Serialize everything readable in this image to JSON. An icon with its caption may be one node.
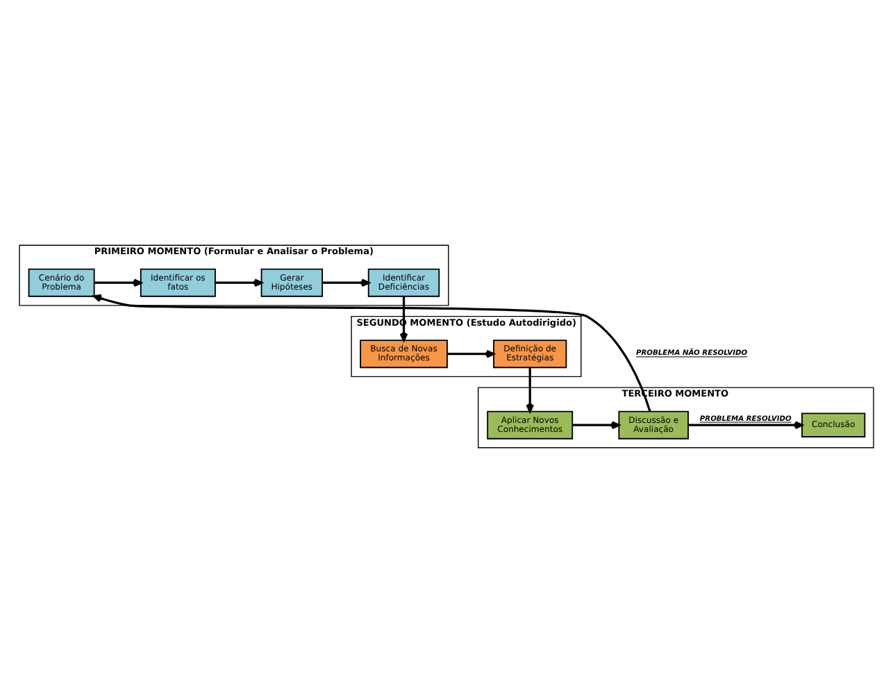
{
  "diagram": {
    "nodes": [
      {
        "text": [
          "PRIMEIRO MOMENTO (Formular e Analisar o Problema)"
        ]
      },
      {
        "text": [
          "Cenário do Problema"
        ],
        "in": 0
      },
      {
        "text": [
          "Identificar os fatos"
        ],
        "in": 0
      },
      {
        "text": [
          "Gerar Hipóteses"
        ],
        "in": 0
      },
      {
        "text": [
          "Identificar Deficiências"
        ],
        "in": 0
      },
      {
        "text": [
          "SEGUNDO MOMENTO (Estudo Autodirigido)"
        ]
      },
      {
        "text": [
          "Definição de Estratégias"
        ],
        "in": 5
      },
      {
        "text": [
          "Busca de Novas Informações"
        ],
        "in": 5
      },
      {
        "text": [
          "TERCEIRO MOMENTO"
        ]
      },
      {
        "text": [
          "Aplicar Novos Conhecimentos"
        ],
        "in": 8
      },
      {
        "text": [
          "Discussão e Avaliação"
        ],
        "in": 8
      },
      {
        "text": [
          "Conclusão"
        ],
        "in": 8
      }
    ],
    "edges": [
      {
        "from": 1,
        "to": 2,
        "arrow": "to"
      },
      {
        "from": 2,
        "to": 3,
        "arrow": "to"
      },
      {
        "from": 3,
        "to": 4,
        "arrow": "to"
      },
      {
        "from": 4,
        "to": 7,
        "arrow": "to"
      },
      {
        "from": 7,
        "to": 6,
        "arrow": "to"
      },
      {
        "from": 6,
        "to": 9,
        "arrow": "to"
      },
      {
        "from": 9,
        "to": 10,
        "arrow": "to"
      },
      {
        "from": 10,
        "to": 1,
        "arrow": "to",
        "label": "PROBLEMA NÃO RESOLVIDO"
      },
      {
        "from": 10,
        "to": 11,
        "arrow": "to",
        "label": "PROBLEMA RESOLVIDO"
      }
    ]
  }
}
